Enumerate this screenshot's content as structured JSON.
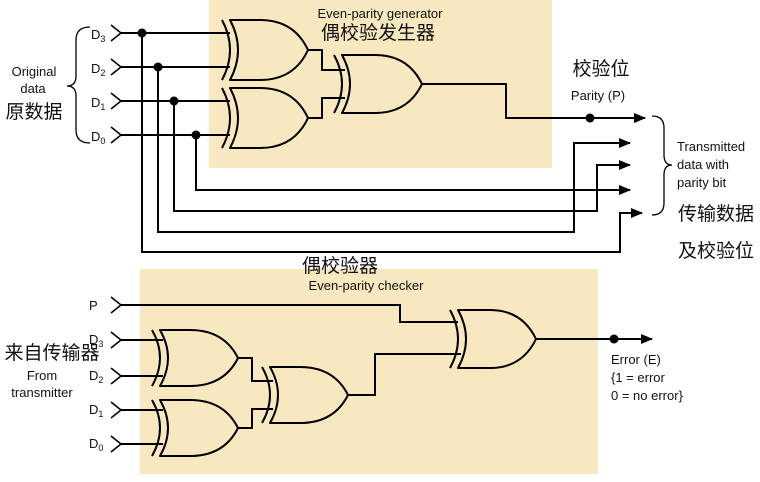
{
  "generator": {
    "title_en": "Even-parity generator",
    "title_cn": "偶校验发生器"
  },
  "checker": {
    "title_en": "Even-parity checker",
    "title_cn": "偶校验器"
  },
  "original_data": {
    "label_en_1": "Original",
    "label_en_2": "data",
    "label_cn": "原数据",
    "inputs": [
      {
        "base": "D",
        "sub": "3"
      },
      {
        "base": "D",
        "sub": "2"
      },
      {
        "base": "D",
        "sub": "1"
      },
      {
        "base": "D",
        "sub": "0"
      }
    ]
  },
  "parity_output": {
    "label_cn": "校验位",
    "label_en": "Parity (P)"
  },
  "transmitted": {
    "label_en_1": "Transmitted",
    "label_en_2": "data with",
    "label_en_3": "parity bit",
    "label_cn_1": "传输数据",
    "label_cn_2": "及校验位"
  },
  "from_transmitter": {
    "label_cn": "来自传输器",
    "label_en_1": "From",
    "label_en_2": "transmitter",
    "p_input": "P",
    "inputs": [
      {
        "base": "D",
        "sub": "3"
      },
      {
        "base": "D",
        "sub": "2"
      },
      {
        "base": "D",
        "sub": "1"
      },
      {
        "base": "D",
        "sub": "0"
      }
    ]
  },
  "error_output": {
    "label_1": "Error (E)",
    "label_2": "{1 = error",
    "label_3": "0 = no error}"
  },
  "colors": {
    "panel": "#f8e8c0",
    "line": "#000000",
    "text": "#111111"
  }
}
